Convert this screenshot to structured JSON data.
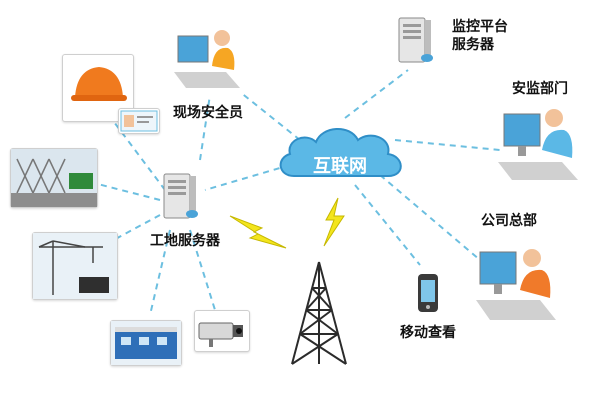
{
  "labels": {
    "monitor_platform_line1": "监控平台",
    "monitor_platform_line2": "服务器",
    "safety_dept": "安监部门",
    "onsite_safety": "现场安全员",
    "internet": "互联网",
    "site_server": "工地服务器",
    "headquarters": "公司总部",
    "mobile_view": "移动查看"
  },
  "colors": {
    "link": "#6cbfe0",
    "cloud_fill": "#5bb8e6",
    "cloud_edge": "#2f8ec7",
    "bolt": "#f3e51d",
    "tower": "#2b2b2b"
  },
  "icons": [
    "server-icon",
    "person-at-computer-icon",
    "cloud-icon",
    "lightning-bolt-icon",
    "radio-tower-icon",
    "mobile-phone-icon",
    "hard-hat-icon",
    "gate-icon",
    "crane-icon",
    "site-cabin-icon",
    "camera-icon"
  ]
}
